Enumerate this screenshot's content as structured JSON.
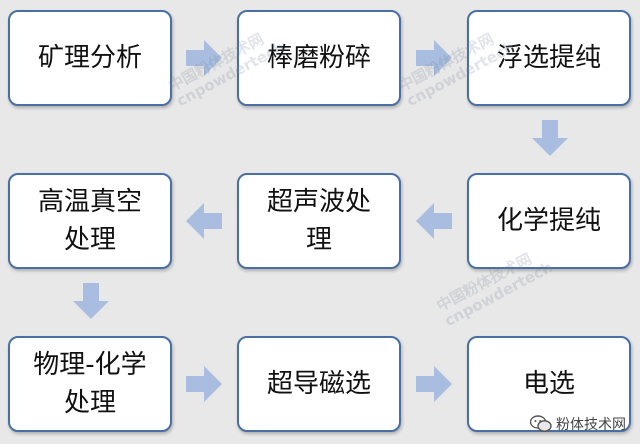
{
  "steps": {
    "s1": "矿理分析",
    "s2": "棒磨粉碎",
    "s3": "浮选提纯",
    "s4": "化学提纯",
    "s5": "超声波处\n理",
    "s6": "高温真空\n处理",
    "s7": "物理-化学\n处理",
    "s8": "超导磁选",
    "s9": "电选"
  },
  "watermark": {
    "cn": "中国粉体技术网",
    "en": "cnpowdertech"
  },
  "badge": {
    "text": "粉体技术网"
  },
  "colors": {
    "background": "#e8e8e8",
    "box_border": "#4a6fa5",
    "arrow": "#a8bde0"
  }
}
